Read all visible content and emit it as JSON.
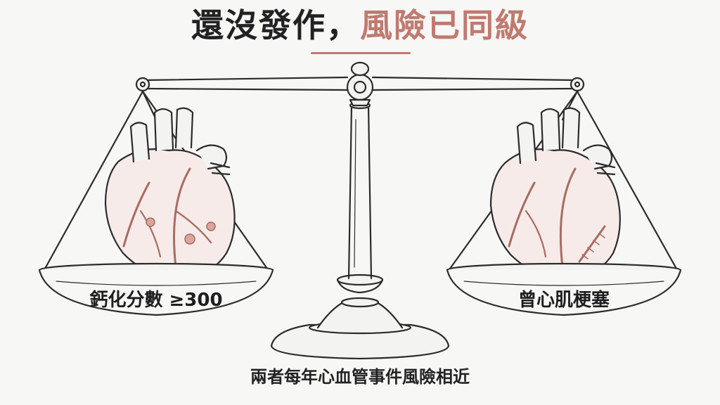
{
  "title": {
    "part1": "還沒發作，",
    "part2": "風險已同級",
    "accent_color": "#c07a6f"
  },
  "left_pan": {
    "label": "鈣化分數 ≥300",
    "icon": "heart-with-calcified-arteries"
  },
  "right_pan": {
    "label": "曾心肌梗塞",
    "icon": "heart-with-infarct-scar"
  },
  "caption": "兩者每年心血管事件風險相近",
  "colors": {
    "line": "#2b2b2b",
    "heart_tint": "#efd6d0",
    "vessel": "#a86b62",
    "background": "#f7f7f6"
  }
}
